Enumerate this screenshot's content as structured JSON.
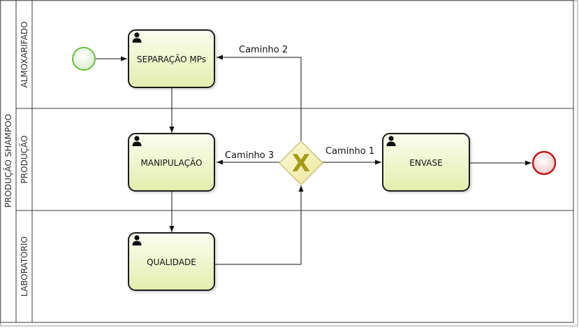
{
  "pool": {
    "label": "PRODUÇÃO SHAMPOO"
  },
  "lanes": [
    {
      "id": "almoxarifado",
      "label": "ALMOXARIFADO"
    },
    {
      "id": "producao",
      "label": "PRODUÇÃO"
    },
    {
      "id": "laboratorio",
      "label": "LABORATÓRIO"
    }
  ],
  "tasks": {
    "separacao": {
      "label": "SEPARAÇÃO MPs",
      "icon": "user-icon"
    },
    "manipulacao": {
      "label": "MANIPULAÇÃO",
      "icon": "user-icon"
    },
    "qualidade": {
      "label": "QUALIDADE",
      "icon": "user-icon"
    },
    "envase": {
      "label": "ENVASE",
      "icon": "user-icon"
    }
  },
  "gateway": {
    "type": "exclusive",
    "marker": "X"
  },
  "flows": {
    "caminho1": {
      "label": "Caminho 1"
    },
    "caminho2": {
      "label": "Caminho 2"
    },
    "caminho3": {
      "label": "Caminho 3"
    }
  },
  "colors": {
    "task_fill_top": "#fbfdf0",
    "task_fill_bottom": "#e4efb4",
    "start_stroke": "#6cbd3a",
    "end_stroke": "#b81f1f",
    "gateway_fill": "#f6f3b8",
    "gateway_mark": "#a49b1a"
  }
}
